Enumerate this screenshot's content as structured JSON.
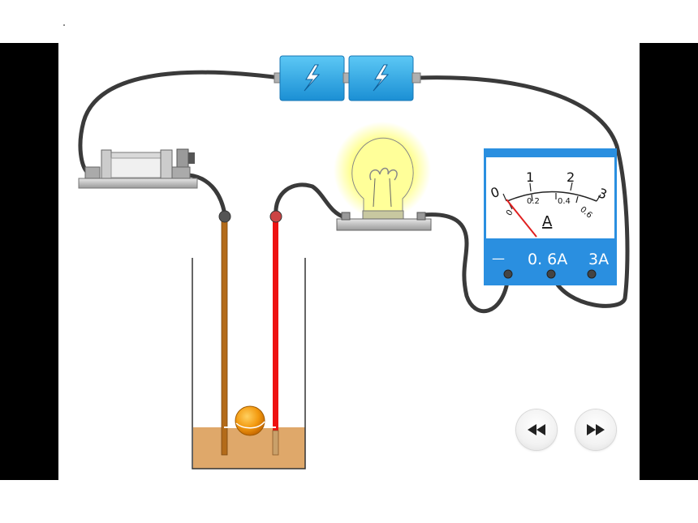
{
  "ammeter": {
    "scale_labels": [
      "0",
      "1",
      "2",
      "3"
    ],
    "sub_scale_labels": [
      "0",
      "0.2",
      "0.4",
      "0.6"
    ],
    "unit": "A",
    "terminal_minus": "—",
    "terminal_low": "0. 6A",
    "terminal_high": "3A",
    "needle_reading_fraction": 0.0,
    "panel_color": "#2a8fe0"
  },
  "battery": {
    "color": "#29a8ea"
  },
  "bulb": {
    "state": "lit",
    "glow_color": "#ffff66"
  },
  "rods": {
    "left_color": "#b36b1a",
    "right_color": "#ee1111"
  },
  "liquid": {
    "color": "#dfa86a"
  },
  "controls": {
    "rewind_icon": "rewind-icon",
    "forward_icon": "fast-forward-icon"
  }
}
